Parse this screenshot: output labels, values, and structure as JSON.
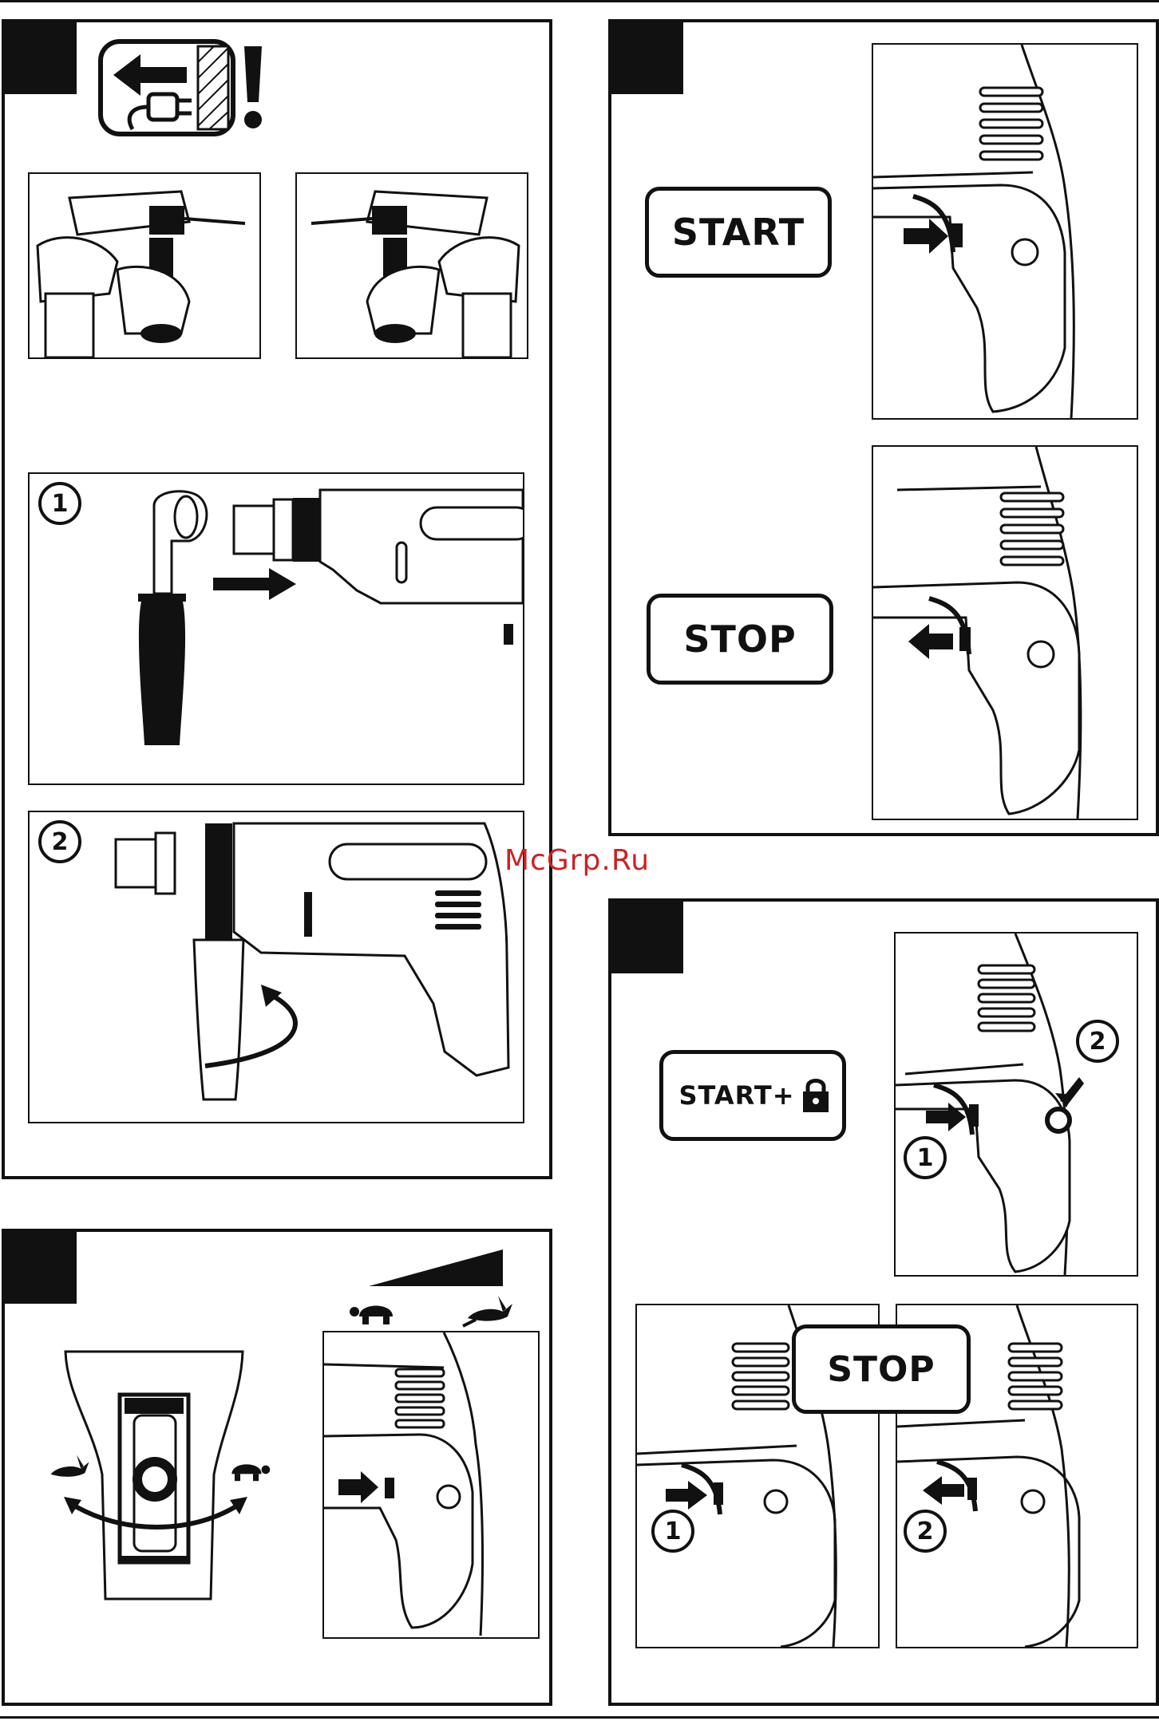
{
  "labels": {
    "start": "START",
    "stop": "STOP",
    "start_lock": "START+",
    "stop_overlay": "STOP"
  },
  "markers": {
    "one": "1",
    "two": "2"
  },
  "watermark": "McGrp.Ru",
  "colors": {
    "ink": "#111111",
    "watermark": "#cc2222",
    "paper": "#ffffff"
  },
  "icons": {
    "unplug": "unplug-warning-icon",
    "exclamation": "exclamation-icon",
    "turtle": "turtle-icon",
    "rabbit": "rabbit-icon",
    "lock": "lock-icon"
  }
}
